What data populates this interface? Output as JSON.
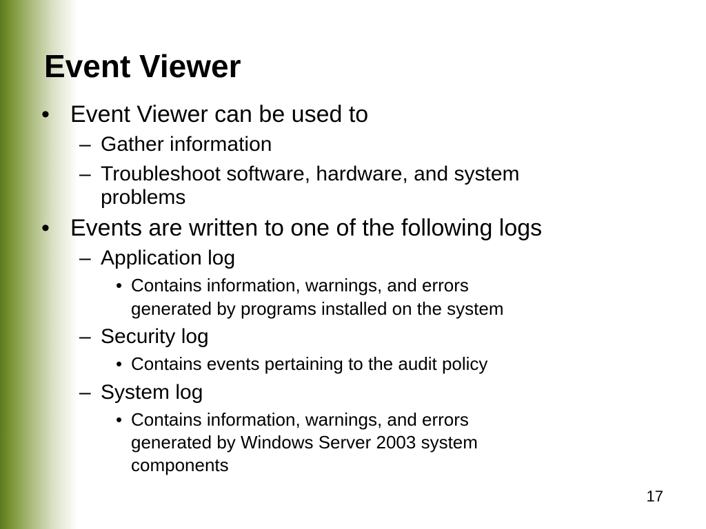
{
  "slide": {
    "title": "Event Viewer",
    "page_number": "17",
    "bullets": [
      {
        "text": "Event Viewer can be used to",
        "items": [
          {
            "text": "Gather information"
          },
          {
            "text_lines": [
              "Troubleshoot software, hardware, and system",
              "problems"
            ]
          }
        ]
      },
      {
        "text": "Events are written to one of the following logs",
        "items": [
          {
            "text": "Application log",
            "items": [
              {
                "text_lines": [
                  "Contains information, warnings, and errors",
                  "generated by programs installed on the system"
                ]
              }
            ]
          },
          {
            "text": "Security log",
            "items": [
              {
                "text_lines": [
                  "Contains events pertaining to the audit policy"
                ]
              }
            ]
          },
          {
            "text": "System log",
            "items": [
              {
                "text_lines": [
                  "Contains information, warnings, and errors",
                  "generated by Windows Server 2003 system",
                  "components"
                ]
              }
            ]
          }
        ]
      }
    ]
  },
  "markers": {
    "level1": "•",
    "level2": "–",
    "level3": "•"
  },
  "colors": {
    "side_gradient_dark": "#5c7a1e",
    "background": "#ffffff",
    "text": "#000000"
  }
}
